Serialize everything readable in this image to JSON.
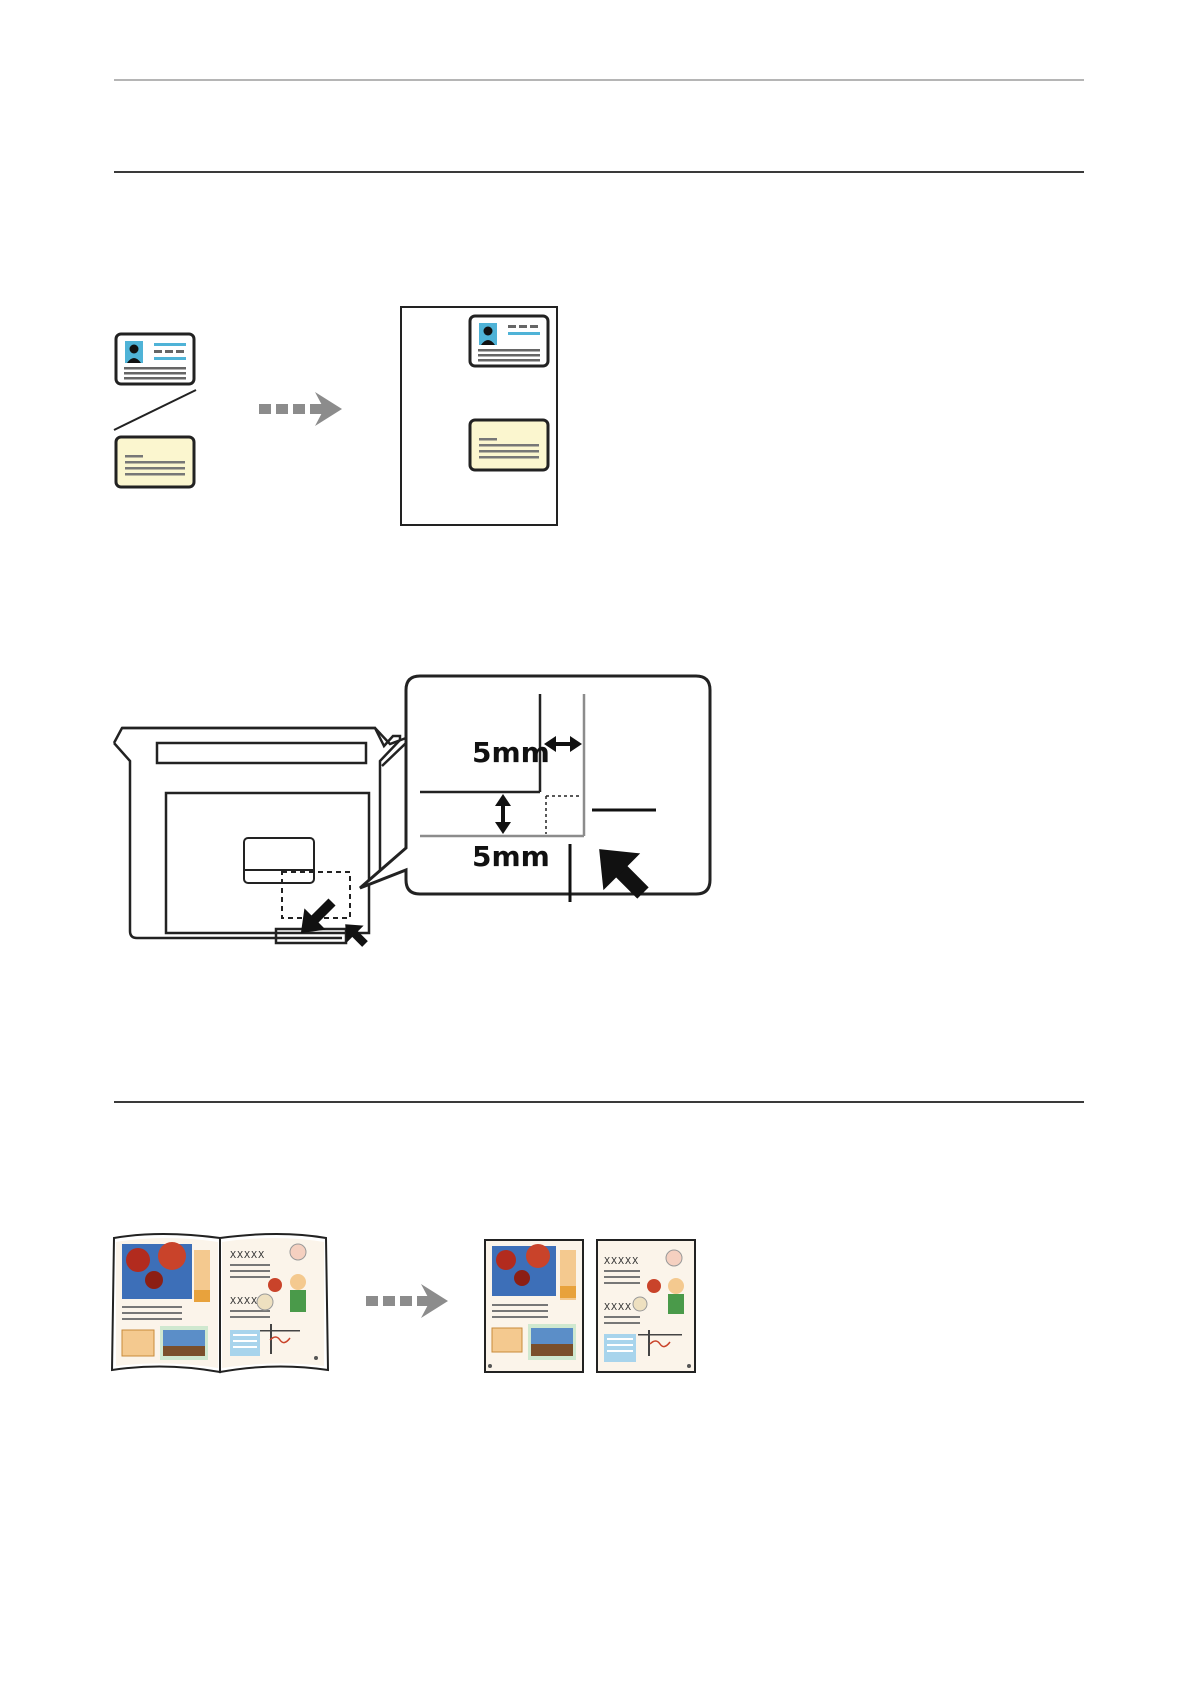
{
  "figure_labels": {
    "margin_horizontal": "5mm",
    "margin_vertical": "5mm"
  },
  "page_markers": {
    "left_top": "XXXXX",
    "left_mid": "XXXX",
    "right_top": "XXXXX",
    "right_mid": "XXXX"
  },
  "colors": {
    "arrow_gray": "#8c8c8c",
    "card_yellow": "#fbf6cf",
    "photo_blue": "#4fb3d7",
    "page_cream": "#fbf4ea"
  }
}
